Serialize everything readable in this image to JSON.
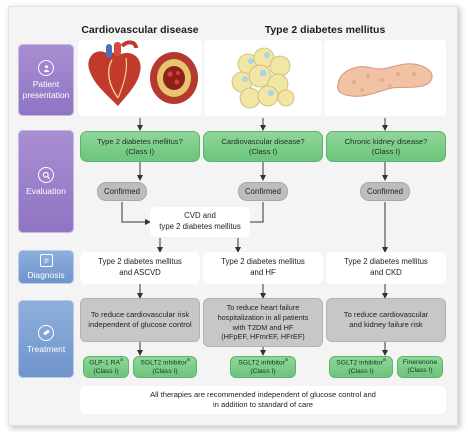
{
  "headers": {
    "cvd": "Cardiovascular disease",
    "t2dm": "Type 2 diabetes mellitus"
  },
  "sidebar": {
    "patient_presentation": "Patient presentation",
    "evaluation": "Evaluation",
    "diagnosis": "Diagnosis",
    "treatment": "Treatment"
  },
  "evaluation": {
    "q1": "Type 2 diabetes mellitus?\n(Class I)",
    "q2": "Cardiovascular disease?\n(Class I)",
    "q3": "Chronic kidney disease?\n(Class I)",
    "confirmed": "Confirmed",
    "merge": "CVD and\ntype 2 diabetes mellitus"
  },
  "diagnosis": {
    "d1": "Type 2 diabetes mellitus\nand ASCVD",
    "d2": "Type 2 diabetes mellitus\nand HF",
    "d3": "Type 2 diabetes mellitus\nand CKD"
  },
  "treatment": {
    "t1": "To reduce cardiovascular risk\nindependent of glucose control",
    "t2": "To reduce heart failure\nhospitalization in all patients\nwith T2DM and HF\n(HFpEF, HFmrEF, HFrEF)",
    "t3": "To reduce cardiovascular\nand kidney failure risk",
    "drugs": {
      "glp1_name": "GLP-1 RA",
      "glp1_sup": "a",
      "sglt2_name": "SGLT2 inhibitor",
      "sglt2_sup": "a",
      "fine_name": "Finerenone",
      "class": "(Class I)"
    }
  },
  "footer": "All therapies are recommended independent of glucose control and\nin addition to standard of care",
  "colors": {
    "green": "#6cc47a",
    "purple": "#8f74c4",
    "blue": "#6f94cb",
    "gray": "#bdbdbd"
  },
  "icons": [
    "person-icon",
    "search-icon",
    "clipboard-icon",
    "pill-icon",
    "heart-illustration",
    "artery-illustration",
    "fat-cells-illustration",
    "pancreas-illustration"
  ]
}
